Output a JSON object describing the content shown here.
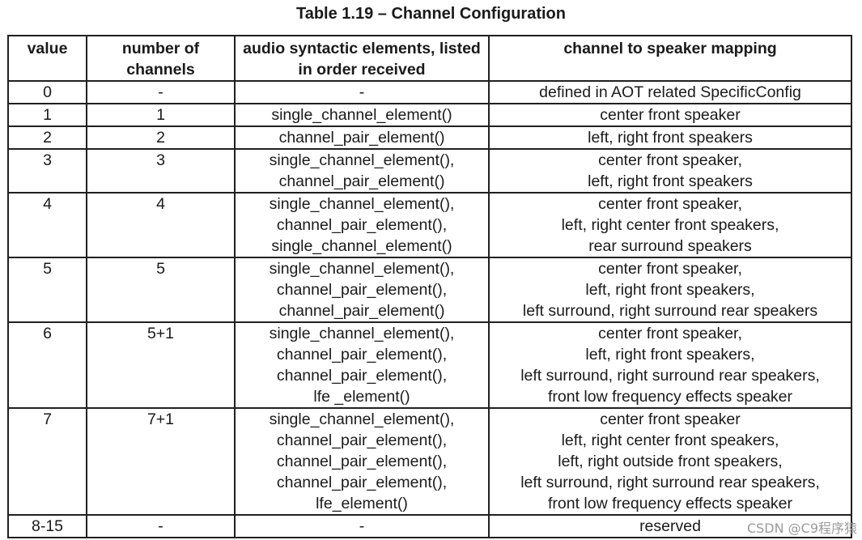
{
  "caption": "Table 1.19 – Channel Configuration",
  "headers": {
    "value": "value",
    "channels_line1": "number of",
    "channels_line2": "channels",
    "elements_line1": "audio syntactic elements,",
    "elements_line2": "listed in order received",
    "mapping": "channel to speaker mapping"
  },
  "rows": [
    {
      "value": "0",
      "channels": "-",
      "elements": [
        "-"
      ],
      "mapping": [
        "defined in AOT related SpecificConfig"
      ]
    },
    {
      "value": "1",
      "channels": "1",
      "elements": [
        "single_channel_element()"
      ],
      "mapping": [
        "center front speaker"
      ]
    },
    {
      "value": "2",
      "channels": "2",
      "elements": [
        "channel_pair_element()"
      ],
      "mapping": [
        "left, right front speakers"
      ]
    },
    {
      "value": "3",
      "channels": "3",
      "elements": [
        "single_channel_element(),",
        "channel_pair_element()"
      ],
      "mapping": [
        "center front speaker,",
        "left, right front speakers"
      ]
    },
    {
      "value": "4",
      "channels": "4",
      "elements": [
        "single_channel_element(),",
        "channel_pair_element(),",
        "single_channel_element()"
      ],
      "mapping": [
        "center front speaker,",
        "left, right center front speakers,",
        "rear surround speakers"
      ]
    },
    {
      "value": "5",
      "channels": "5",
      "elements": [
        "single_channel_element(),",
        "channel_pair_element(),",
        "channel_pair_element()"
      ],
      "mapping": [
        "center front speaker,",
        "left, right front speakers,",
        "left surround, right surround rear speakers"
      ]
    },
    {
      "value": "6",
      "channels": "5+1",
      "elements": [
        "single_channel_element(),",
        "channel_pair_element(),",
        "channel_pair_element(),",
        "lfe _element()"
      ],
      "mapping": [
        "center front speaker,",
        "left, right front speakers,",
        "left surround, right surround rear speakers,",
        "front low frequency effects speaker"
      ]
    },
    {
      "value": "7",
      "channels": "7+1",
      "elements": [
        "single_channel_element(),",
        "channel_pair_element(),",
        "channel_pair_element(),",
        "channel_pair_element(),",
        "lfe_element()"
      ],
      "mapping": [
        "center front speaker",
        "left, right center front speakers,",
        "left, right outside front speakers,",
        "left surround, right surround rear speakers,",
        "front low frequency effects speaker"
      ]
    },
    {
      "value": "8-15",
      "channels": "-",
      "elements": [
        "-"
      ],
      "mapping": [
        "reserved"
      ]
    }
  ],
  "watermark": "CSDN @C9程序猿"
}
